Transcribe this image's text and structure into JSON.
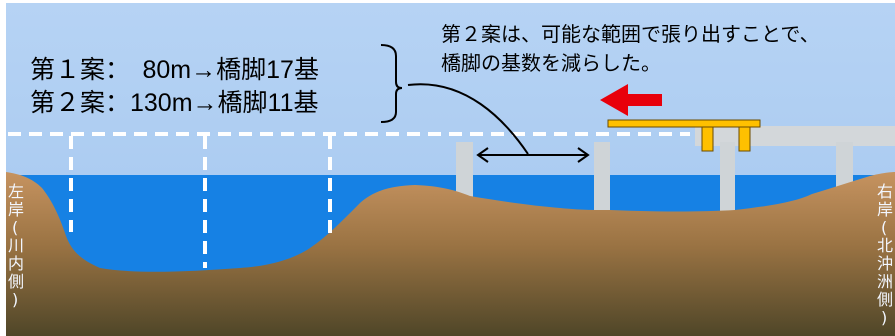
{
  "plans": {
    "plan1": "第１案：　80m→橋脚17基",
    "plan2": "第２案：130m→橋脚11基"
  },
  "note": {
    "line1": "第２案は、可能な範囲で張り出すことで、",
    "line2": "橋脚の基数を減らした。"
  },
  "banks": {
    "left": [
      "左",
      "岸",
      "(",
      "川",
      "内",
      "側",
      ")"
    ],
    "right": [
      "右",
      "岸",
      "(",
      "北",
      "沖",
      "洲",
      "側",
      ")"
    ]
  },
  "colors": {
    "sky": "#aacbf1",
    "water": "#1681e4",
    "ground_top": "#c69360",
    "ground_bottom": "#554a2a",
    "pier": "#ced3d6",
    "girder": "#ffc000",
    "arrow": "#e8000b",
    "dashed_line": "#ffffff"
  }
}
